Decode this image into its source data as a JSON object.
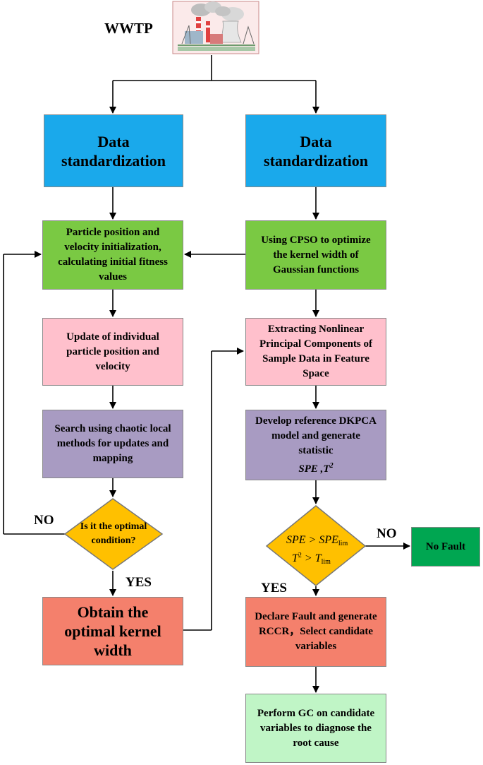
{
  "title": "WWTP",
  "colors": {
    "blue": "#1aa9eb",
    "green": "#7ac943",
    "pink": "#ffc0cc",
    "purple": "#a89bc2",
    "orange": "#ffc000",
    "red": "#f4806c",
    "dark_green": "#00a651",
    "light_green": "#c0f5c6"
  },
  "left": {
    "standardize": "Data standardization",
    "init": "Particle position and velocity initialization, calculating initial fitness values",
    "update": "Update of individual particle position and velocity",
    "search": "Search using chaotic local methods for updates and mapping",
    "decision": "Is it the optimal condition?",
    "result": "Obtain the optimal kernel width"
  },
  "right": {
    "standardize": "Data standardization",
    "cpso": "Using CPSO to optimize the kernel width of Gaussian functions",
    "extract": "Extracting Nonlinear Principal Components of Sample Data in Feature Space",
    "develop": "Develop reference DKPCA model and generate statistic",
    "develop_stat": "SPE ,T",
    "cond1_a": "SPE",
    "cond1_b": "SPE",
    "cond2_a": "T",
    "cond2_b": "T",
    "sub_lim": "lim",
    "sup_2": "2",
    "declare": "Declare Fault and generate RCCR，Select candidate variables",
    "perform": "Perform GC on candidate variables to diagnose the root cause",
    "no_fault": "No Fault"
  },
  "labels": {
    "no_left": "NO",
    "yes_left": "YES",
    "no_right": "NO",
    "yes_right": "YES"
  },
  "icon": "factory-icon"
}
